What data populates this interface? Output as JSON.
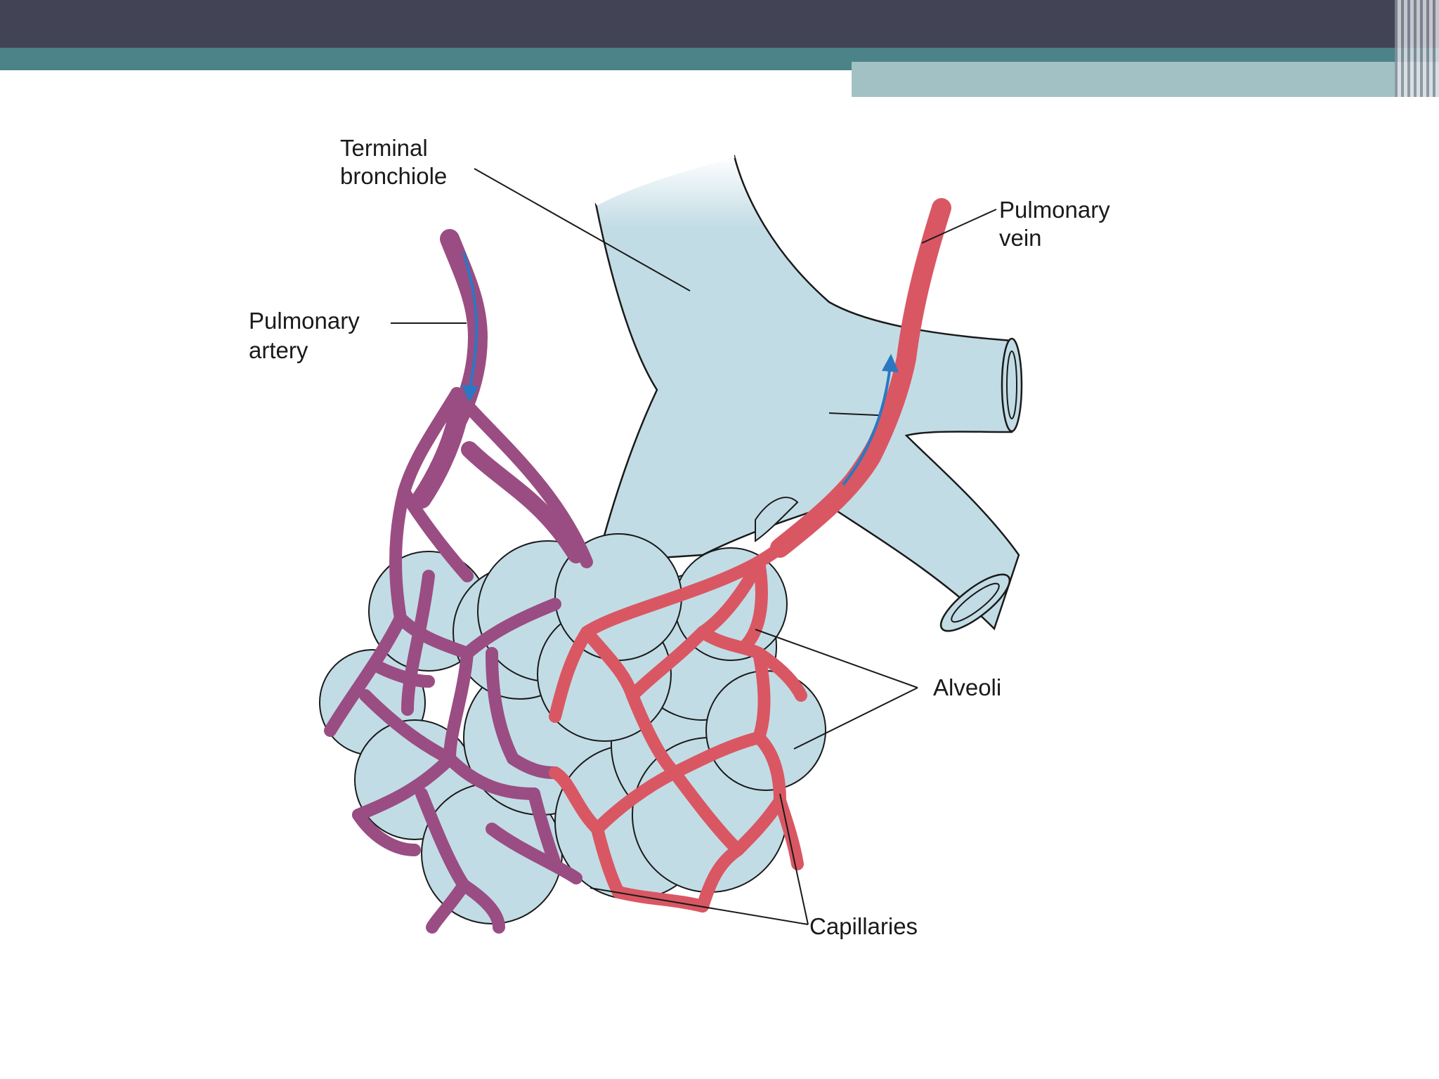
{
  "slide": {
    "colors": {
      "header_dark": "#424456",
      "header_teal": "#4b8388",
      "header_light_teal": "#a2c1c5",
      "alveoli_fill": "#c2dce5",
      "airway_fill": "#c2dce5",
      "deoxygenated_blood": "#9a4d83",
      "oxygenated_blood": "#d95763",
      "flow_arrow": "#2a78c2"
    }
  },
  "diagram": {
    "labels": {
      "terminal_bronchiole_line1": "Terminal",
      "terminal_bronchiole_line2": "bronchiole",
      "pulmonary_vein_line1": "Pulmonary",
      "pulmonary_vein_line2": "vein",
      "pulmonary_artery_line1": "Pulmonary",
      "pulmonary_artery_line2": "artery",
      "alveoli": "Alveoli",
      "capillaries": "Capillaries"
    }
  }
}
